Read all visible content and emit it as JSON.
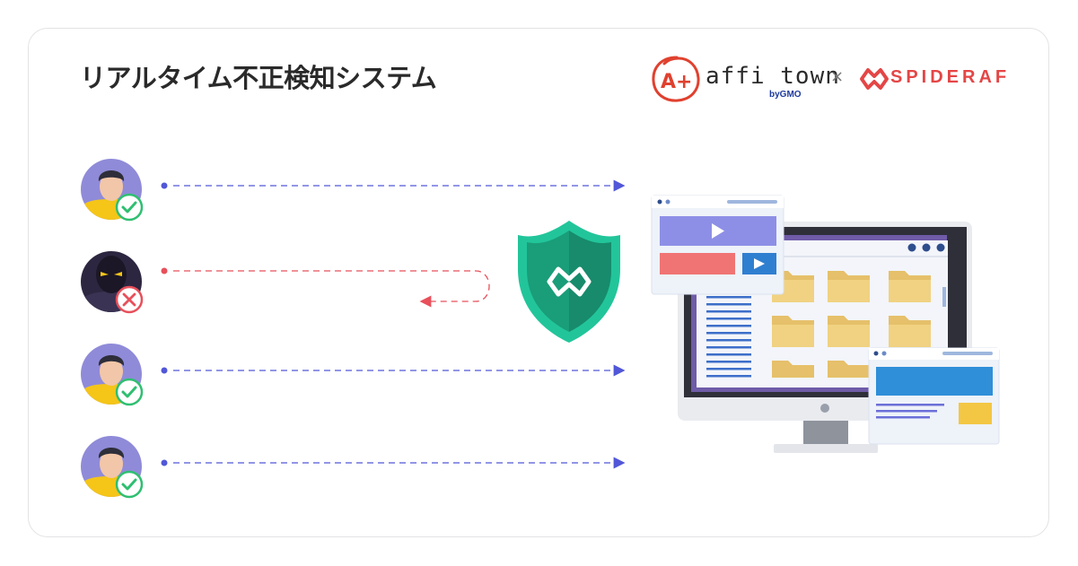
{
  "header": {
    "title": "リアルタイム不正検知システム"
  },
  "logos": {
    "affitown_mark": "A+",
    "affitown_name": "affi town",
    "affitown_by": "byGMO",
    "separator": "×",
    "spideraf_name": "SPIDERAF"
  },
  "users": [
    {
      "status": "valid",
      "badge_icon": "check-icon"
    },
    {
      "status": "fraud",
      "badge_icon": "cross-icon"
    },
    {
      "status": "valid",
      "badge_icon": "check-icon"
    },
    {
      "status": "valid",
      "badge_icon": "check-icon"
    }
  ],
  "colors": {
    "valid_flow": "#5157d8",
    "fraud_flow": "#e8505b",
    "shield": "#1fb28a",
    "affitown": "#e0412f",
    "spideraf": "#e44646"
  }
}
